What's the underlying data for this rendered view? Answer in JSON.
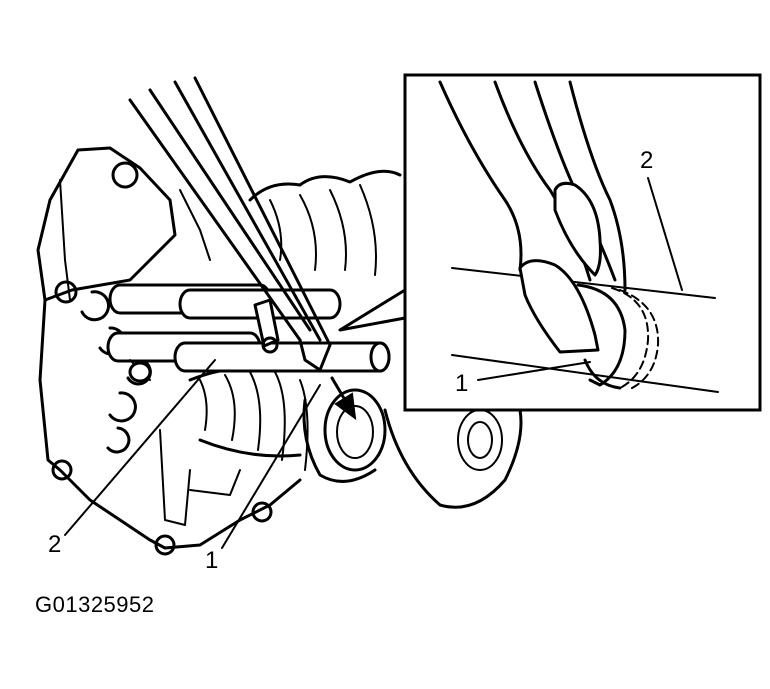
{
  "diagram": {
    "callouts": {
      "main_1": "1",
      "main_2": "2",
      "inset_1": "1",
      "inset_2": "2"
    },
    "figure_code": "G01325952"
  }
}
